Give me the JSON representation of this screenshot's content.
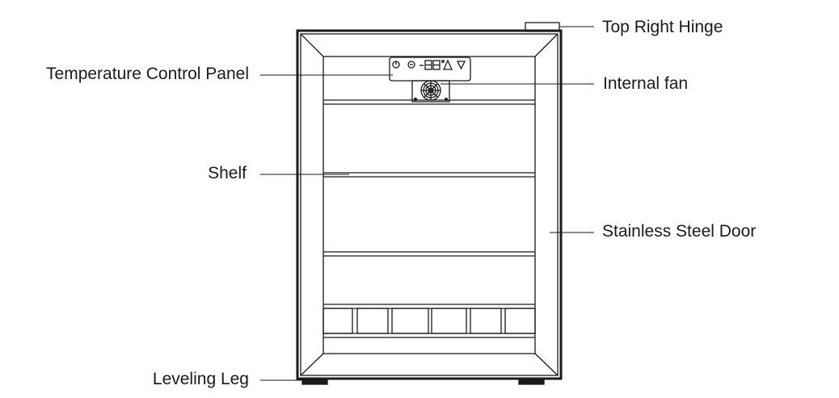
{
  "labels": {
    "top_right_hinge": "Top Right Hinge",
    "temperature_control_panel": "Temperature Control Panel",
    "internal_fan": "Internal fan",
    "shelf": "Shelf",
    "stainless_steel_door": "Stainless Steel Door",
    "leveling_leg": "Leveling Leg"
  },
  "icons": {
    "control_panel_buttons": [
      "power-icon",
      "light-icon",
      "minus-icon",
      "digital-display",
      "up-arrow-icon",
      "down-arrow-icon"
    ]
  },
  "colors": {
    "line": "#1a1a1a",
    "background": "#ffffff"
  }
}
